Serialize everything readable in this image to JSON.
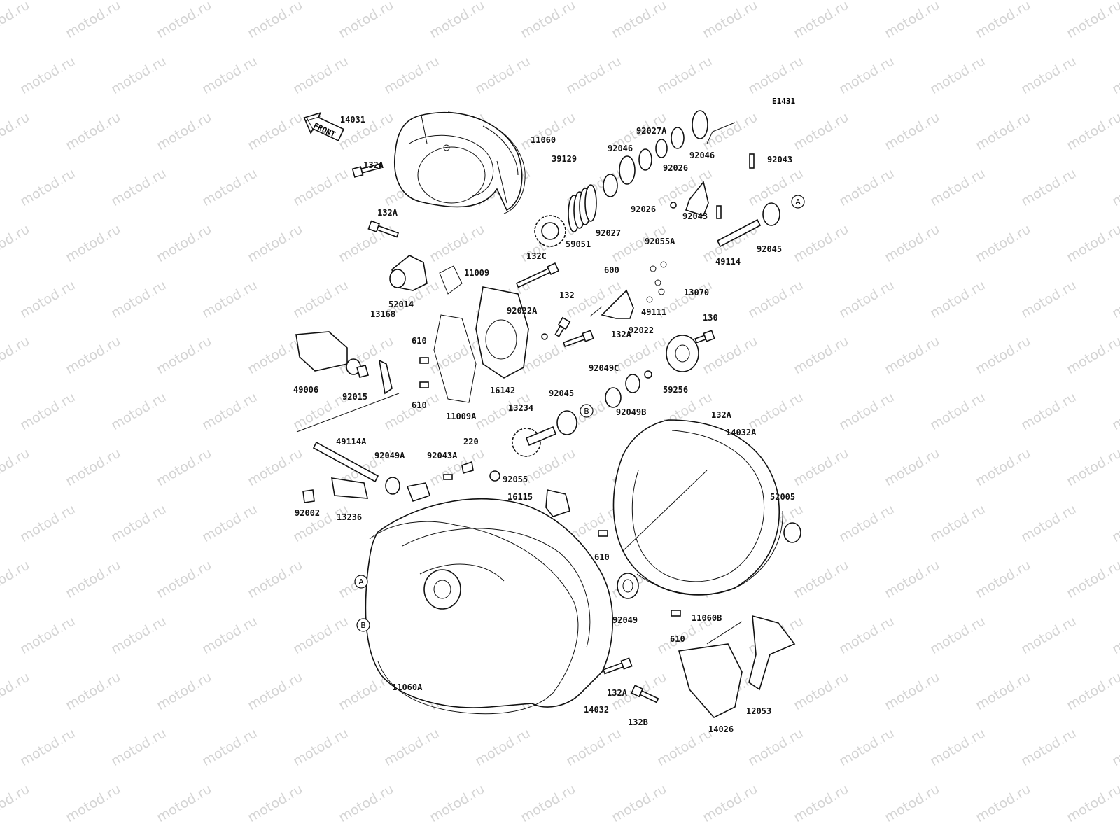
{
  "diagram_code": "E1431",
  "front_label": "FRONT",
  "watermark_text": "motod.ru",
  "callouts": [
    "A",
    "B"
  ],
  "parts": [
    {
      "id": "14031"
    },
    {
      "id": "11060"
    },
    {
      "id": "132A"
    },
    {
      "id": "132A"
    },
    {
      "id": "39129"
    },
    {
      "id": "92046"
    },
    {
      "id": "92027A"
    },
    {
      "id": "92046"
    },
    {
      "id": "92026"
    },
    {
      "id": "92026"
    },
    {
      "id": "92027"
    },
    {
      "id": "92043"
    },
    {
      "id": "92043"
    },
    {
      "id": "92045"
    },
    {
      "id": "59051"
    },
    {
      "id": "49114"
    },
    {
      "id": "92055A"
    },
    {
      "id": "13070"
    },
    {
      "id": "600"
    },
    {
      "id": "49111"
    },
    {
      "id": "11009"
    },
    {
      "id": "132C"
    },
    {
      "id": "52014"
    },
    {
      "id": "132"
    },
    {
      "id": "92022A"
    },
    {
      "id": "130"
    },
    {
      "id": "132A"
    },
    {
      "id": "13168"
    },
    {
      "id": "610"
    },
    {
      "id": "49006"
    },
    {
      "id": "92015"
    },
    {
      "id": "16142"
    },
    {
      "id": "92022"
    },
    {
      "id": "59256"
    },
    {
      "id": "92049C"
    },
    {
      "id": "92045"
    },
    {
      "id": "92049B"
    },
    {
      "id": "610"
    },
    {
      "id": "11009A"
    },
    {
      "id": "13234"
    },
    {
      "id": "132A"
    },
    {
      "id": "14032A"
    },
    {
      "id": "49114A"
    },
    {
      "id": "92049A"
    },
    {
      "id": "92043A"
    },
    {
      "id": "220"
    },
    {
      "id": "92055"
    },
    {
      "id": "92002"
    },
    {
      "id": "13236"
    },
    {
      "id": "16115"
    },
    {
      "id": "52005"
    },
    {
      "id": "610"
    },
    {
      "id": "92049"
    },
    {
      "id": "11060B"
    },
    {
      "id": "610"
    },
    {
      "id": "11060A"
    },
    {
      "id": "132A"
    },
    {
      "id": "14032"
    },
    {
      "id": "132B"
    },
    {
      "id": "14026"
    },
    {
      "id": "12053"
    }
  ]
}
